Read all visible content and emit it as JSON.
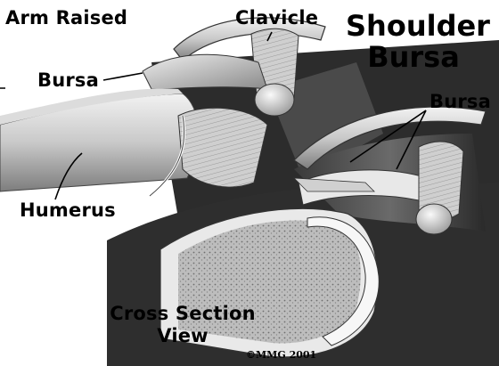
{
  "labels": {
    "arm_raised": "Arm Raised",
    "clavicle": "Clavicle",
    "title_line1": "Shoulder",
    "title_line2": "Bursa",
    "bursa_left": "Bursa",
    "bursa_right": "Bursa",
    "humerus": "Humerus",
    "cross_section_line1": "Cross Section",
    "cross_section_line2": "View",
    "copyright": "©MMG 2001"
  }
}
